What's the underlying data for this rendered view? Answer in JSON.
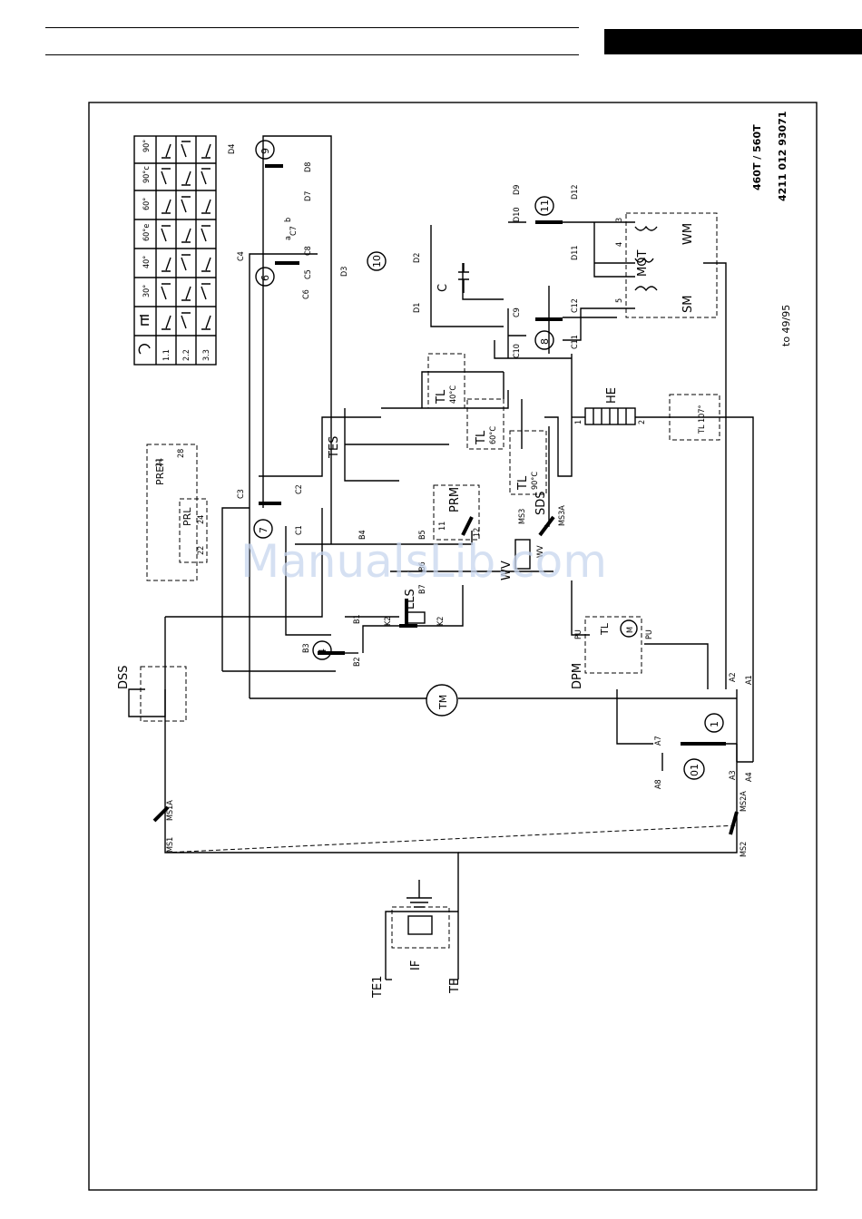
{
  "header": {
    "black_bar": true
  },
  "diagram": {
    "model": "460T / 560T",
    "code": "4211 012 93071",
    "validity": "to 49/95",
    "watermark": "ManualsLib.com",
    "program_table": {
      "rows": [
        "1.1",
        "2.2",
        "3.3"
      ],
      "columns": [
        "30°",
        "40°",
        "60°e",
        "60°",
        "90°c",
        "90°"
      ]
    },
    "components": {
      "DSS": "DSS",
      "TM": "TM",
      "DPM": "DPM",
      "TL": "TL",
      "TES": "TES",
      "PREH": "PREH",
      "PRL": "PRL",
      "PRM": "PRM",
      "SDS": "SDS",
      "HE": "HE",
      "LLS": "LLS",
      "IF": "IF",
      "TE1": "TE1",
      "TE": "TE",
      "WM": "WM",
      "SM": "SM",
      "MOT": "MOT",
      "C": "C",
      "WV": "WV",
      "TL40": "40°C",
      "TL60": "60°C",
      "TL90": "90°C",
      "TL107": "TL 107°",
      "M": "M",
      "PU": "PU"
    },
    "switch_numbers": [
      "9",
      "6",
      "10",
      "11",
      "8",
      "7",
      "4",
      "1",
      "01"
    ],
    "terminals": {
      "D": [
        "D4",
        "D8",
        "D7",
        "D9",
        "D10",
        "D12",
        "D11",
        "D2",
        "D3",
        "D1"
      ],
      "C": [
        "C4",
        "C7",
        "C8",
        "C5",
        "C6",
        "C9",
        "C10",
        "C11",
        "C12",
        "C1",
        "C2",
        "C3"
      ],
      "B": [
        "B4",
        "B5",
        "B6",
        "B7",
        "B1",
        "B2",
        "B3"
      ],
      "A": [
        "A1",
        "A2",
        "A3",
        "A4",
        "A7",
        "A8"
      ],
      "MS": [
        "MS1",
        "MS1A",
        "MS2",
        "MS2A",
        "MS3",
        "MS3A"
      ],
      "K": [
        "K2",
        "K2"
      ],
      "misc": [
        "21",
        "28",
        "24",
        "22",
        "11",
        "12",
        "1",
        "2",
        "3",
        "4",
        "5",
        "a",
        "b"
      ]
    }
  }
}
